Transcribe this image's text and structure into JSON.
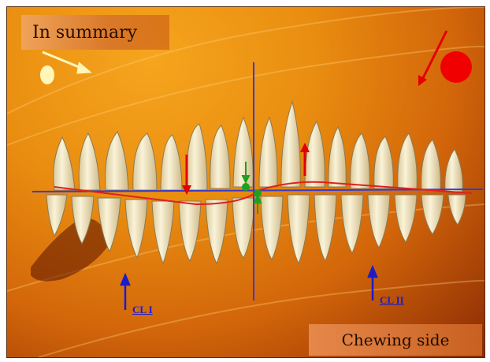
{
  "slide": {
    "title": "In summary",
    "footer": "Chewing side",
    "label_left": "CL I",
    "label_right": "CL II"
  },
  "colors": {
    "background": "#e98d10",
    "axis_line": "#3a3acc",
    "occlusal_line": "#e02020",
    "force_arrow": "#e00000",
    "contact_marker": "#20a020",
    "tooth_fill": "#f7eecb"
  },
  "icons": [
    "light-source-icon",
    "shading-arrow-icon",
    "red-ball-icon",
    "force-arrow-icon"
  ]
}
